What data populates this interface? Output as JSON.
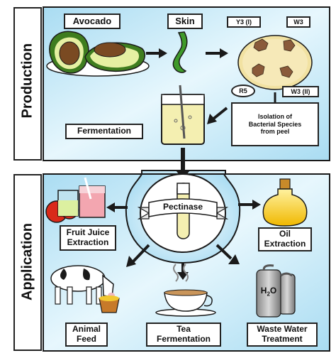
{
  "sections": {
    "production": "Production",
    "application": "Application"
  },
  "production": {
    "avocado": "Avocado",
    "skin": "Skin",
    "colonies": {
      "y3": "Y3 (I)",
      "w3": "W3",
      "r5": "R5",
      "w3ii": "W3 (II)"
    },
    "fermentation": "Fermentation",
    "isolation_line1": "Isolation of",
    "isolation_line2": "Bacterial Species",
    "isolation_line3": "from peel"
  },
  "center": {
    "ribbon": "Pectinase"
  },
  "applications": {
    "fruit_juice_line1": "Fruit Juice",
    "fruit_juice_line2": "Extraction",
    "oil_line1": "Oil",
    "oil_line2": "Extraction",
    "animal_line1": "Animal",
    "animal_line2": "Feed",
    "tea_line1": "Tea",
    "tea_line2": "Fermentation",
    "waste_line1": "Waste Water",
    "waste_line2": "Treatment",
    "h2o": "H",
    "h2o_sub": "2",
    "h2o_o": "O"
  },
  "colors": {
    "panel": "#bfe6f6",
    "panel_light": "#e6f6fd",
    "outline": "#1a1a1a",
    "avocado_green": "#6aa636",
    "avocado_flesh": "#e8f2a8",
    "seed": "#7a4a22",
    "petri": "#f1e3a6",
    "colony": "#8a5a3a",
    "ferment_liquid": "#f4efb1"
  }
}
